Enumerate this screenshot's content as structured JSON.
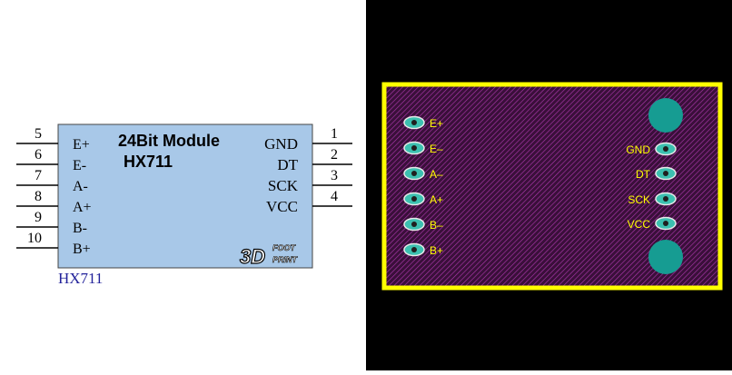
{
  "schematic": {
    "module_title": "24Bit Module",
    "module_subtitle": "HX711",
    "reference_label": "HX711",
    "logo_text": "3D FOOT PRINT",
    "body_color": "#a8c8e8",
    "left_pins": [
      {
        "number": "5",
        "label": "E+"
      },
      {
        "number": "6",
        "label": "E-"
      },
      {
        "number": "7",
        "label": "A-"
      },
      {
        "number": "8",
        "label": "A+"
      },
      {
        "number": "9",
        "label": "B-"
      },
      {
        "number": "10",
        "label": "B+"
      }
    ],
    "right_pins": [
      {
        "number": "1",
        "label": "GND"
      },
      {
        "number": "2",
        "label": "DT"
      },
      {
        "number": "3",
        "label": "SCK"
      },
      {
        "number": "4",
        "label": "VCC"
      }
    ]
  },
  "pcb": {
    "outline_color": "#ffff00",
    "board_color": "#3a0f3a",
    "hatch_color": "#b03ab0",
    "pad_color": "#3cc0b0",
    "label_color": "#ffff00",
    "left_pads": [
      "E+",
      "E–",
      "A–",
      "A+",
      "B–",
      "B+"
    ],
    "right_pads": [
      "GND",
      "DT",
      "SCK",
      "VCC"
    ]
  }
}
